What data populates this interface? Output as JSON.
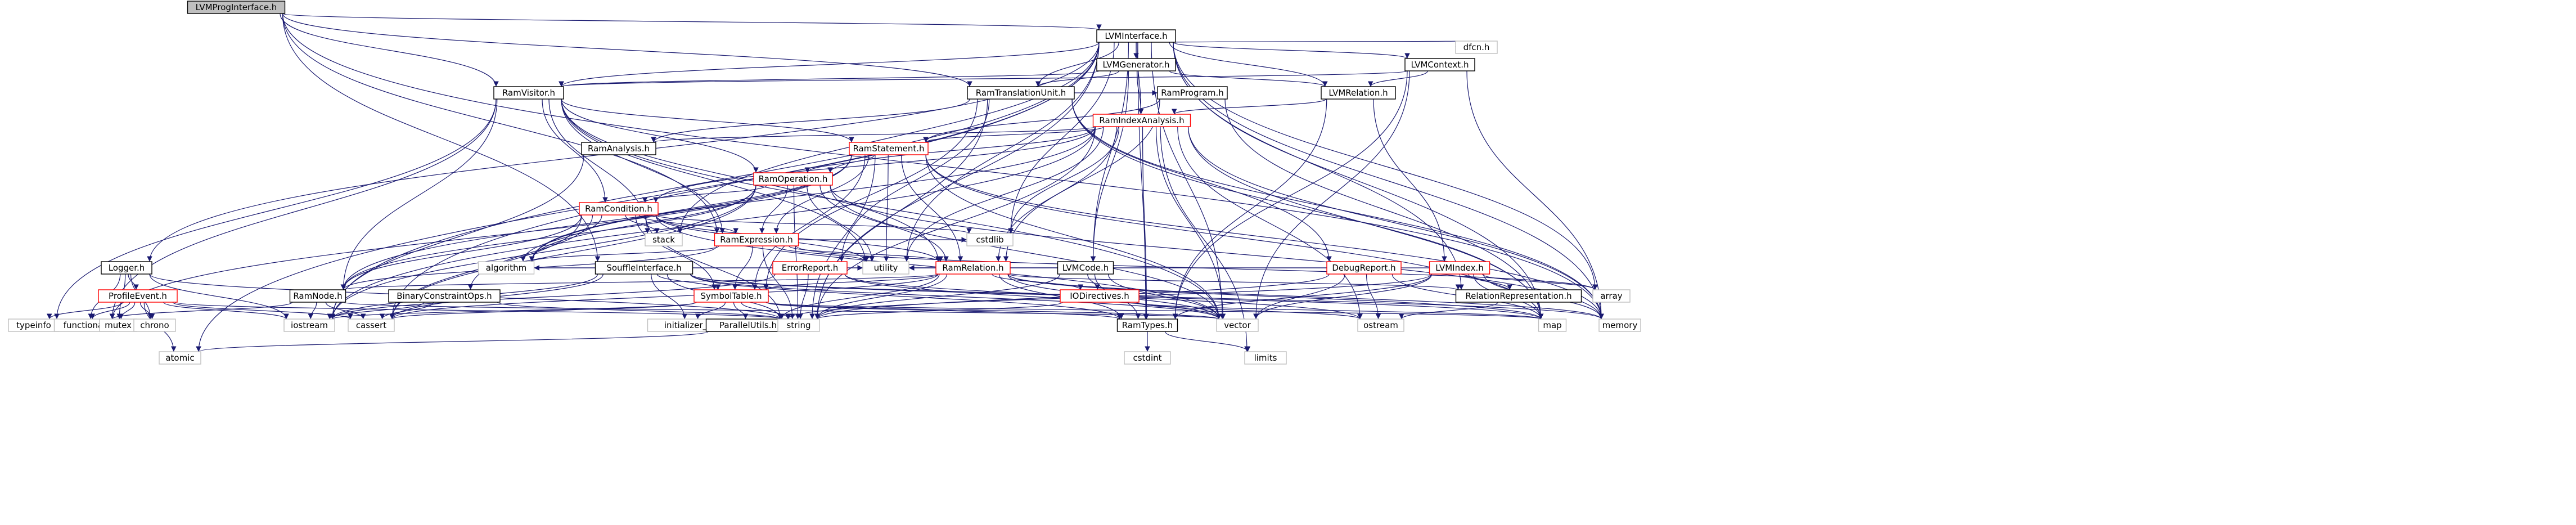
{
  "diagram": {
    "colors": {
      "root_fill": "#bfbfbf",
      "node_fill": "#ffffff",
      "node_border": "#000000",
      "expandable_border": "#ff0000",
      "system_border": "#bfbfbf",
      "edge": "#191970"
    },
    "nodes": [
      {
        "id": "LVMProgInterface",
        "label": "LVMProgInterface.h",
        "kind": "root"
      },
      {
        "id": "LVMInterface",
        "label": "LVMInterface.h",
        "kind": "normal"
      },
      {
        "id": "LVMGenerator",
        "label": "LVMGenerator.h",
        "kind": "normal"
      },
      {
        "id": "LVMContext",
        "label": "LVMContext.h",
        "kind": "normal"
      },
      {
        "id": "dfcnh",
        "label": "dfcn.h",
        "kind": "system"
      },
      {
        "id": "RamVisitor",
        "label": "RamVisitor.h",
        "kind": "normal"
      },
      {
        "id": "RamTranslationUnit",
        "label": "RamTranslationUnit.h",
        "kind": "normal"
      },
      {
        "id": "LVMRelation",
        "label": "LVMRelation.h",
        "kind": "normal"
      },
      {
        "id": "RamIndexAnalysis",
        "label": "RamIndexAnalysis.h",
        "kind": "expandable"
      },
      {
        "id": "RamProgram",
        "label": "RamProgram.h",
        "kind": "normal"
      },
      {
        "id": "RamAnalysis",
        "label": "RamAnalysis.h",
        "kind": "normal"
      },
      {
        "id": "RamStatement",
        "label": "RamStatement.h",
        "kind": "expandable"
      },
      {
        "id": "RamOperation",
        "label": "RamOperation.h",
        "kind": "expandable"
      },
      {
        "id": "RamCondition",
        "label": "RamCondition.h",
        "kind": "expandable"
      },
      {
        "id": "RamExpression",
        "label": "RamExpression.h",
        "kind": "expandable"
      },
      {
        "id": "stack",
        "label": "stack",
        "kind": "system"
      },
      {
        "id": "cstdlib",
        "label": "cstdlib",
        "kind": "system"
      },
      {
        "id": "Logger",
        "label": "Logger.h",
        "kind": "normal"
      },
      {
        "id": "SouffleInterface",
        "label": "SouffleInterface.h",
        "kind": "normal"
      },
      {
        "id": "ErrorReport",
        "label": "ErrorReport.h",
        "kind": "expandable"
      },
      {
        "id": "RamRelation",
        "label": "RamRelation.h",
        "kind": "expandable"
      },
      {
        "id": "LVMCode",
        "label": "LVMCode.h",
        "kind": "normal"
      },
      {
        "id": "DebugReport",
        "label": "DebugReport.h",
        "kind": "expandable"
      },
      {
        "id": "LVMIndex",
        "label": "LVMIndex.h",
        "kind": "expandable"
      },
      {
        "id": "ProfileEvent",
        "label": "ProfileEvent.h",
        "kind": "expandable"
      },
      {
        "id": "RamNode",
        "label": "RamNode.h",
        "kind": "normal"
      },
      {
        "id": "BinaryConstraintOps",
        "label": "BinaryConstraintOps.h",
        "kind": "normal"
      },
      {
        "id": "SymbolTable",
        "label": "SymbolTable.h",
        "kind": "expandable"
      },
      {
        "id": "IODirectives",
        "label": "IODirectives.h",
        "kind": "expandable"
      },
      {
        "id": "RelationRepresentation",
        "label": "RelationRepresentation.h",
        "kind": "normal"
      },
      {
        "id": "algorithm",
        "label": "algorithm",
        "kind": "system"
      },
      {
        "id": "utility",
        "label": "utility",
        "kind": "system"
      },
      {
        "id": "array",
        "label": "array",
        "kind": "system"
      },
      {
        "id": "typeinfo",
        "label": "typeinfo",
        "kind": "system"
      },
      {
        "id": "functional",
        "label": "functional",
        "kind": "system"
      },
      {
        "id": "mutex",
        "label": "mutex",
        "kind": "system"
      },
      {
        "id": "chrono",
        "label": "chrono",
        "kind": "system"
      },
      {
        "id": "iostream",
        "label": "iostream",
        "kind": "system"
      },
      {
        "id": "cassert",
        "label": "cassert",
        "kind": "system"
      },
      {
        "id": "initializer_list",
        "label": "initializer_list",
        "kind": "system"
      },
      {
        "id": "ParallelUtils",
        "label": "ParallelUtils.h",
        "kind": "normal"
      },
      {
        "id": "string",
        "label": "string",
        "kind": "system"
      },
      {
        "id": "RamTypes",
        "label": "RamTypes.h",
        "kind": "normal"
      },
      {
        "id": "vector",
        "label": "vector",
        "kind": "system"
      },
      {
        "id": "ostream",
        "label": "ostream",
        "kind": "system"
      },
      {
        "id": "map",
        "label": "map",
        "kind": "system"
      },
      {
        "id": "memory",
        "label": "memory",
        "kind": "system"
      },
      {
        "id": "atomic",
        "label": "atomic",
        "kind": "system"
      },
      {
        "id": "limits",
        "label": "limits",
        "kind": "system"
      },
      {
        "id": "cstdint",
        "label": "cstdint",
        "kind": "system"
      }
    ],
    "edges": [
      [
        "LVMProgInterface",
        "LVMInterface"
      ],
      [
        "LVMProgInterface",
        "RamVisitor"
      ],
      [
        "LVMProgInterface",
        "SouffleInterface"
      ],
      [
        "LVMProgInterface",
        "RamExpression"
      ],
      [
        "LVMProgInterface",
        "RamTranslationUnit"
      ],
      [
        "LVMProgInterface",
        "memory"
      ],
      [
        "LVMInterface",
        "LVMGenerator"
      ],
      [
        "LVMInterface",
        "LVMContext"
      ],
      [
        "LVMInterface",
        "dfcnh"
      ],
      [
        "LVMInterface",
        "RamVisitor"
      ],
      [
        "LVMInterface",
        "RamTranslationUnit"
      ],
      [
        "LVMInterface",
        "LVMRelation"
      ],
      [
        "LVMInterface",
        "RamIndexAnalysis"
      ],
      [
        "LVMInterface",
        "Logger"
      ],
      [
        "LVMInterface",
        "LVMCode"
      ],
      [
        "LVMInterface",
        "RamTypes"
      ],
      [
        "LVMInterface",
        "RelationRepresentation"
      ],
      [
        "LVMInterface",
        "array"
      ],
      [
        "LVMInterface",
        "atomic"
      ],
      [
        "LVMInterface",
        "iostream"
      ],
      [
        "LVMInterface",
        "cassert"
      ],
      [
        "LVMInterface",
        "utility"
      ],
      [
        "LVMInterface",
        "vector"
      ],
      [
        "LVMInterface",
        "stack"
      ],
      [
        "LVMInterface",
        "map"
      ],
      [
        "LVMInterface",
        "memory"
      ],
      [
        "LVMInterface",
        "string"
      ],
      [
        "LVMInterface",
        "cstdlib"
      ],
      [
        "LVMGenerator",
        "RamVisitor"
      ],
      [
        "LVMGenerator",
        "LVMRelation"
      ],
      [
        "LVMGenerator",
        "RamIndexAnalysis"
      ],
      [
        "LVMGenerator",
        "LVMCode"
      ],
      [
        "LVMGenerator",
        "RamTranslationUnit"
      ],
      [
        "LVMContext",
        "LVMRelation"
      ],
      [
        "LVMContext",
        "RamVisitor"
      ],
      [
        "LVMContext",
        "RamTypes"
      ],
      [
        "LVMContext",
        "vector"
      ],
      [
        "LVMContext",
        "memory"
      ],
      [
        "RamVisitor",
        "RamStatement"
      ],
      [
        "RamVisitor",
        "RamOperation"
      ],
      [
        "RamVisitor",
        "RamCondition"
      ],
      [
        "RamVisitor",
        "RamExpression"
      ],
      [
        "RamVisitor",
        "RamRelation"
      ],
      [
        "RamVisitor",
        "RamNode"
      ],
      [
        "RamVisitor",
        "typeinfo"
      ],
      [
        "RamVisitor",
        "functional"
      ],
      [
        "RamVisitor",
        "utility"
      ],
      [
        "RamVisitor",
        "vector"
      ],
      [
        "RamVisitor",
        "stack"
      ],
      [
        "RamTranslationUnit",
        "RamAnalysis"
      ],
      [
        "RamTranslationUnit",
        "RamProgram"
      ],
      [
        "RamTranslationUnit",
        "ErrorReport"
      ],
      [
        "RamTranslationUnit",
        "DebugReport"
      ],
      [
        "RamTranslationUnit",
        "SymbolTable"
      ],
      [
        "RamTranslationUnit",
        "map"
      ],
      [
        "RamTranslationUnit",
        "memory"
      ],
      [
        "RamTranslationUnit",
        "string"
      ],
      [
        "LVMRelation",
        "RamIndexAnalysis"
      ],
      [
        "LVMRelation",
        "LVMIndex"
      ],
      [
        "LVMRelation",
        "RamTypes"
      ],
      [
        "RamIndexAnalysis",
        "RamAnalysis"
      ],
      [
        "RamIndexAnalysis",
        "RamStatement"
      ],
      [
        "RamIndexAnalysis",
        "RamOperation"
      ],
      [
        "RamIndexAnalysis",
        "RamCondition"
      ],
      [
        "RamIndexAnalysis",
        "RamRelation"
      ],
      [
        "RamIndexAnalysis",
        "RamTypes"
      ],
      [
        "RamIndexAnalysis",
        "algorithm"
      ],
      [
        "RamIndexAnalysis",
        "cstdlib"
      ],
      [
        "RamIndexAnalysis",
        "iostream"
      ],
      [
        "RamIndexAnalysis",
        "map"
      ],
      [
        "RamIndexAnalysis",
        "memory"
      ],
      [
        "RamIndexAnalysis",
        "ostream"
      ],
      [
        "RamIndexAnalysis",
        "string"
      ],
      [
        "RamIndexAnalysis",
        "vector"
      ],
      [
        "RamIndexAnalysis",
        "utility"
      ],
      [
        "RamIndexAnalysis",
        "limits"
      ],
      [
        "RamProgram",
        "RamStatement"
      ],
      [
        "RamProgram",
        "RamRelation"
      ],
      [
        "RamProgram",
        "map"
      ],
      [
        "RamAnalysis",
        "iostream"
      ],
      [
        "RamStatement",
        "RamOperation"
      ],
      [
        "RamStatement",
        "RamExpression"
      ],
      [
        "RamStatement",
        "RamRelation"
      ],
      [
        "RamStatement",
        "RamNode"
      ],
      [
        "RamStatement",
        "SymbolTable"
      ],
      [
        "RamStatement",
        "algorithm"
      ],
      [
        "RamStatement",
        "utility"
      ],
      [
        "RamStatement",
        "vector"
      ],
      [
        "RamStatement",
        "string"
      ],
      [
        "RamStatement",
        "memory"
      ],
      [
        "RamStatement",
        "map"
      ],
      [
        "RamStatement",
        "functional"
      ],
      [
        "RamOperation",
        "RamCondition"
      ],
      [
        "RamOperation",
        "RamExpression"
      ],
      [
        "RamOperation",
        "RamRelation"
      ],
      [
        "RamOperation",
        "RamNode"
      ],
      [
        "RamOperation",
        "algorithm"
      ],
      [
        "RamOperation",
        "cassert"
      ],
      [
        "RamOperation",
        "string"
      ],
      [
        "RamOperation",
        "utility"
      ],
      [
        "RamOperation",
        "vector"
      ],
      [
        "RamOperation",
        "iostream"
      ],
      [
        "RamOperation",
        "memory"
      ],
      [
        "RamCondition",
        "RamExpression"
      ],
      [
        "RamCondition",
        "RamRelation"
      ],
      [
        "RamCondition",
        "RamNode"
      ],
      [
        "RamCondition",
        "BinaryConstraintOps"
      ],
      [
        "RamCondition",
        "SymbolTable"
      ],
      [
        "RamCondition",
        "algorithm"
      ],
      [
        "RamCondition",
        "cassert"
      ],
      [
        "RamCondition",
        "string"
      ],
      [
        "RamCondition",
        "vector"
      ],
      [
        "RamCondition",
        "utility"
      ],
      [
        "RamCondition",
        "stack"
      ],
      [
        "RamCondition",
        "cstdlib"
      ],
      [
        "RamExpression",
        "RamRelation"
      ],
      [
        "RamExpression",
        "RamNode"
      ],
      [
        "RamExpression",
        "SymbolTable"
      ],
      [
        "RamExpression",
        "algorithm"
      ],
      [
        "RamExpression",
        "array"
      ],
      [
        "RamExpression",
        "utility"
      ],
      [
        "RamExpression",
        "string"
      ],
      [
        "RamExpression",
        "cstdlib"
      ],
      [
        "Logger",
        "ProfileEvent"
      ],
      [
        "Logger",
        "iostream"
      ],
      [
        "Logger",
        "chrono"
      ],
      [
        "Logger",
        "string"
      ],
      [
        "Logger",
        "mutex"
      ],
      [
        "Logger",
        "functional"
      ],
      [
        "SouffleInterface",
        "SymbolTable"
      ],
      [
        "SouffleInterface",
        "RamTypes"
      ],
      [
        "SouffleInterface",
        "algorithm"
      ],
      [
        "SouffleInterface",
        "cassert"
      ],
      [
        "SouffleInterface",
        "initializer_list"
      ],
      [
        "SouffleInterface",
        "iostream"
      ],
      [
        "SouffleInterface",
        "map"
      ],
      [
        "SouffleInterface",
        "memory"
      ],
      [
        "SouffleInterface",
        "string"
      ],
      [
        "SouffleInterface",
        "utility"
      ],
      [
        "SouffleInterface",
        "vector"
      ],
      [
        "ErrorReport",
        "algorithm"
      ],
      [
        "ErrorReport",
        "utility"
      ],
      [
        "ErrorReport",
        "string"
      ],
      [
        "ErrorReport",
        "ostream"
      ],
      [
        "ErrorReport",
        "vector"
      ],
      [
        "ErrorReport",
        "iostream"
      ],
      [
        "RamRelation",
        "RamNode"
      ],
      [
        "RamRelation",
        "RamTypes"
      ],
      [
        "RamRelation",
        "SymbolTable"
      ],
      [
        "RamRelation",
        "ParallelUtils"
      ],
      [
        "RamRelation",
        "IODirectives"
      ],
      [
        "RamRelation",
        "RelationRepresentation"
      ],
      [
        "RamRelation",
        "utility"
      ],
      [
        "RamRelation",
        "cassert"
      ],
      [
        "RamRelation",
        "string"
      ],
      [
        "RamRelation",
        "vector"
      ],
      [
        "RamRelation",
        "memory"
      ],
      [
        "RamRelation",
        "map"
      ],
      [
        "LVMCode",
        "RamTypes"
      ],
      [
        "LVMCode",
        "IODirectives"
      ],
      [
        "LVMCode",
        "utility"
      ],
      [
        "LVMCode",
        "string"
      ],
      [
        "LVMCode",
        "vector"
      ],
      [
        "DebugReport",
        "utility"
      ],
      [
        "DebugReport",
        "string"
      ],
      [
        "DebugReport",
        "vector"
      ],
      [
        "DebugReport",
        "ostream"
      ],
      [
        "DebugReport",
        "map"
      ],
      [
        "LVMIndex",
        "RamTypes"
      ],
      [
        "LVMIndex",
        "RelationRepresentation"
      ],
      [
        "LVMIndex",
        "ParallelUtils"
      ],
      [
        "LVMIndex",
        "array"
      ],
      [
        "LVMIndex",
        "utility"
      ],
      [
        "LVMIndex",
        "vector"
      ],
      [
        "LVMIndex",
        "memory"
      ],
      [
        "LVMIndex",
        "map"
      ],
      [
        "ProfileEvent",
        "chrono"
      ],
      [
        "ProfileEvent",
        "iostream"
      ],
      [
        "ProfileEvent",
        "string"
      ],
      [
        "ProfileEvent",
        "mutex"
      ],
      [
        "ProfileEvent",
        "functional"
      ],
      [
        "ProfileEvent",
        "typeinfo"
      ],
      [
        "ProfileEvent",
        "atomic"
      ],
      [
        "ProfileEvent",
        "cassert"
      ],
      [
        "RamNode",
        "iostream"
      ],
      [
        "RamNode",
        "cassert"
      ],
      [
        "RamNode",
        "functional"
      ],
      [
        "RamNode",
        "vector"
      ],
      [
        "BinaryConstraintOps",
        "iostream"
      ],
      [
        "BinaryConstraintOps",
        "cassert"
      ],
      [
        "BinaryConstraintOps",
        "string"
      ],
      [
        "SymbolTable",
        "ParallelUtils"
      ],
      [
        "SymbolTable",
        "RamTypes"
      ],
      [
        "SymbolTable",
        "initializer_list"
      ],
      [
        "SymbolTable",
        "iostream"
      ],
      [
        "SymbolTable",
        "string"
      ],
      [
        "SymbolTable",
        "vector"
      ],
      [
        "SymbolTable",
        "cassert"
      ],
      [
        "SymbolTable",
        "map"
      ],
      [
        "IODirectives",
        "string"
      ],
      [
        "IODirectives",
        "ostream"
      ],
      [
        "IODirectives",
        "map"
      ],
      [
        "RelationRepresentation",
        "ostream"
      ],
      [
        "ParallelUtils",
        "atomic"
      ],
      [
        "RamTypes",
        "cstdint"
      ],
      [
        "RamTypes",
        "limits"
      ]
    ]
  }
}
